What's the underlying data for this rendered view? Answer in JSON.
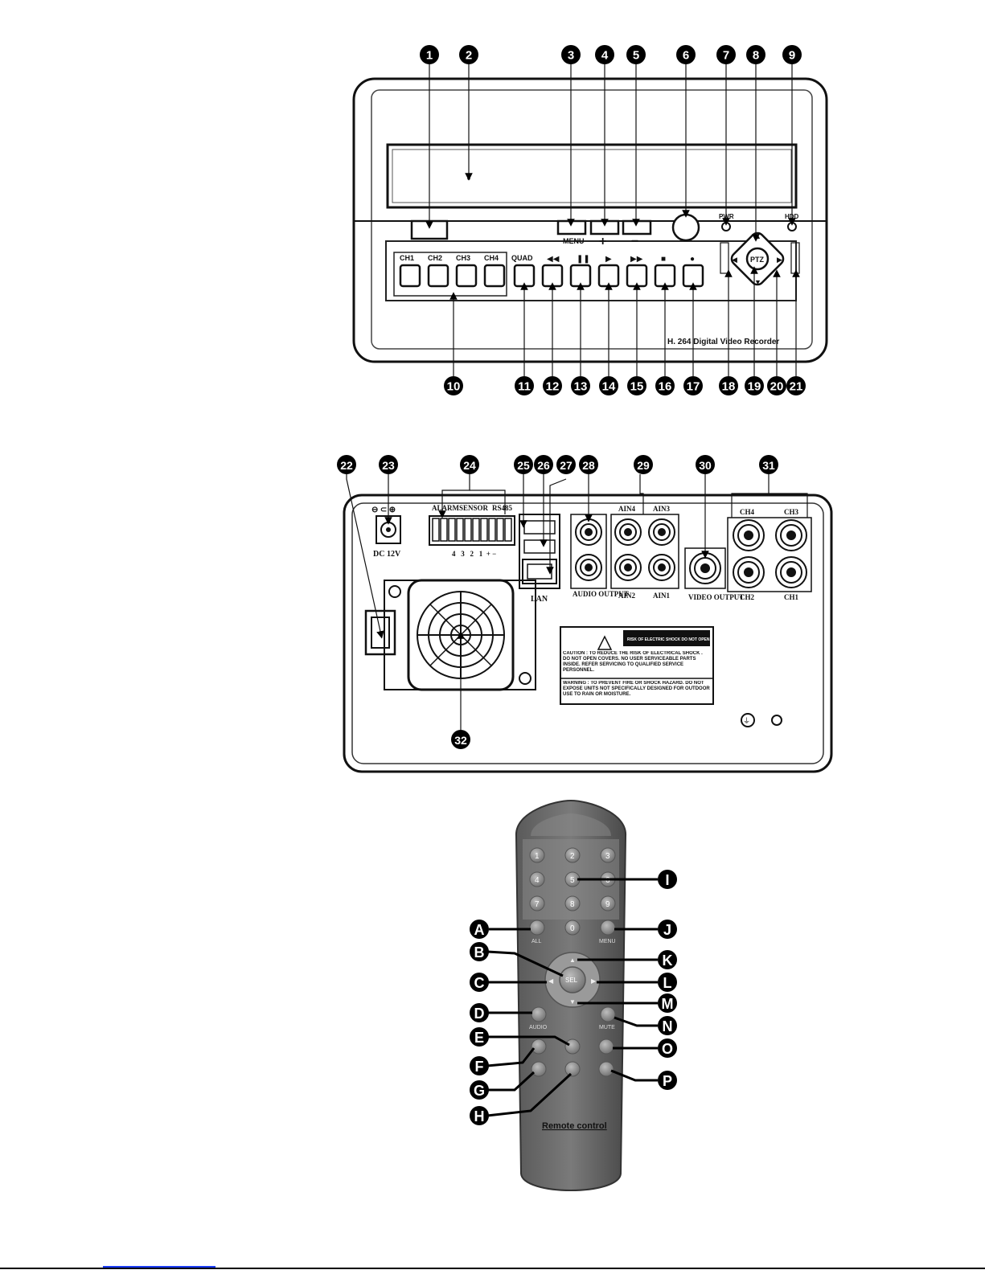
{
  "front_panel": {
    "labels": {
      "menu": "MENU",
      "plus": "+",
      "minus": "−",
      "pwr": "PWR",
      "hdd": "HDD",
      "ch1": "CH1",
      "ch2": "CH2",
      "ch3": "CH3",
      "ch4": "CH4",
      "quad": "QUAD",
      "ptz": "PTZ",
      "brand": "H. 264 Digital Video Recorder"
    },
    "callouts": [
      "1",
      "2",
      "3",
      "4",
      "5",
      "6",
      "7",
      "8",
      "9",
      "10",
      "11",
      "12",
      "13",
      "14",
      "15",
      "16",
      "17",
      "18",
      "19",
      "20",
      "21"
    ]
  },
  "rear_panel": {
    "labels": {
      "dc": "DC 12V",
      "alarm": "ALARM",
      "sensor": "SENSOR",
      "rs485": "RS485",
      "terminal_numbers": "4   3   2   1  + −",
      "lan": "LAN",
      "audio_output": "AUDIO OUTPUT",
      "ain4": "AIN4",
      "ain3": "AIN3",
      "ain2": "AIN2",
      "ain1": "AIN1",
      "video_output": "VIDEO OUTPUT",
      "ch4": "CH4",
      "ch3": "CH3",
      "ch2": "CH2",
      "ch1": "CH1",
      "warn_head": "RISK OF ELECTRIC SHOCK DO NOT OPEN",
      "caution": "CAUTION : TO REDUCE THE RISK OF ELECTRICAL SHOCK . DO NOT OPEN COVERS. NO USER SERVICEABLE PARTS INSIDE. REFER SERVICING TO QUALIFIED SERVICE PERSONNEL.",
      "warning": "WARNING : TO PREVENT FIRE OR SHOCK HAZARD. DO NOT EXPOSE UNITS NOT SPECIFICALLY DESIGNED FOR OUTDOOR USE TO RAIN OR MOISTURE."
    },
    "callouts": [
      "22",
      "23",
      "24",
      "25",
      "26",
      "27",
      "28",
      "29",
      "30",
      "31",
      "32"
    ]
  },
  "remote": {
    "keys": [
      "1",
      "2",
      "3",
      "4",
      "5",
      "6",
      "7",
      "8",
      "9",
      "0"
    ],
    "labels": {
      "all": "ALL",
      "menu": "MENU",
      "sel": "SEL",
      "audio": "AUDIO",
      "mute": "MUTE",
      "title": "Remote control"
    },
    "callouts": [
      "A",
      "B",
      "C",
      "D",
      "E",
      "F",
      "G",
      "H",
      "I",
      "J",
      "K",
      "L",
      "M",
      "N",
      "O",
      "P"
    ]
  }
}
